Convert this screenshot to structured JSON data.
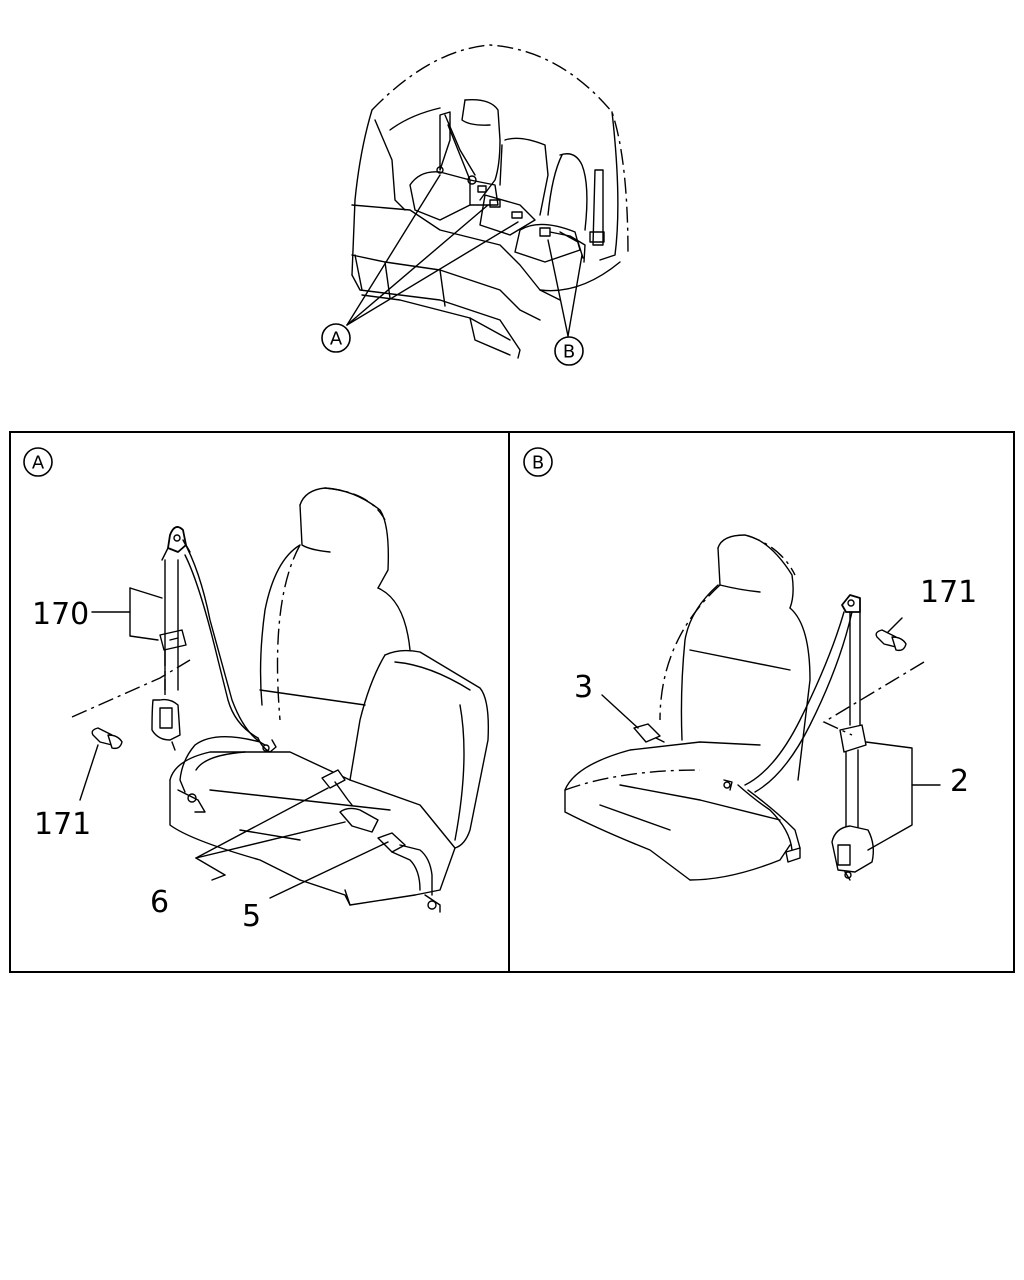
{
  "callouts": {
    "overview_a": "A",
    "overview_b": "B",
    "panel_a": "A",
    "panel_b": "B"
  },
  "part_numbers": {
    "a_170": "170",
    "a_171": "171",
    "a_6": "6",
    "a_5": "5",
    "b_171": "171",
    "b_3": "3",
    "b_2": "2"
  }
}
